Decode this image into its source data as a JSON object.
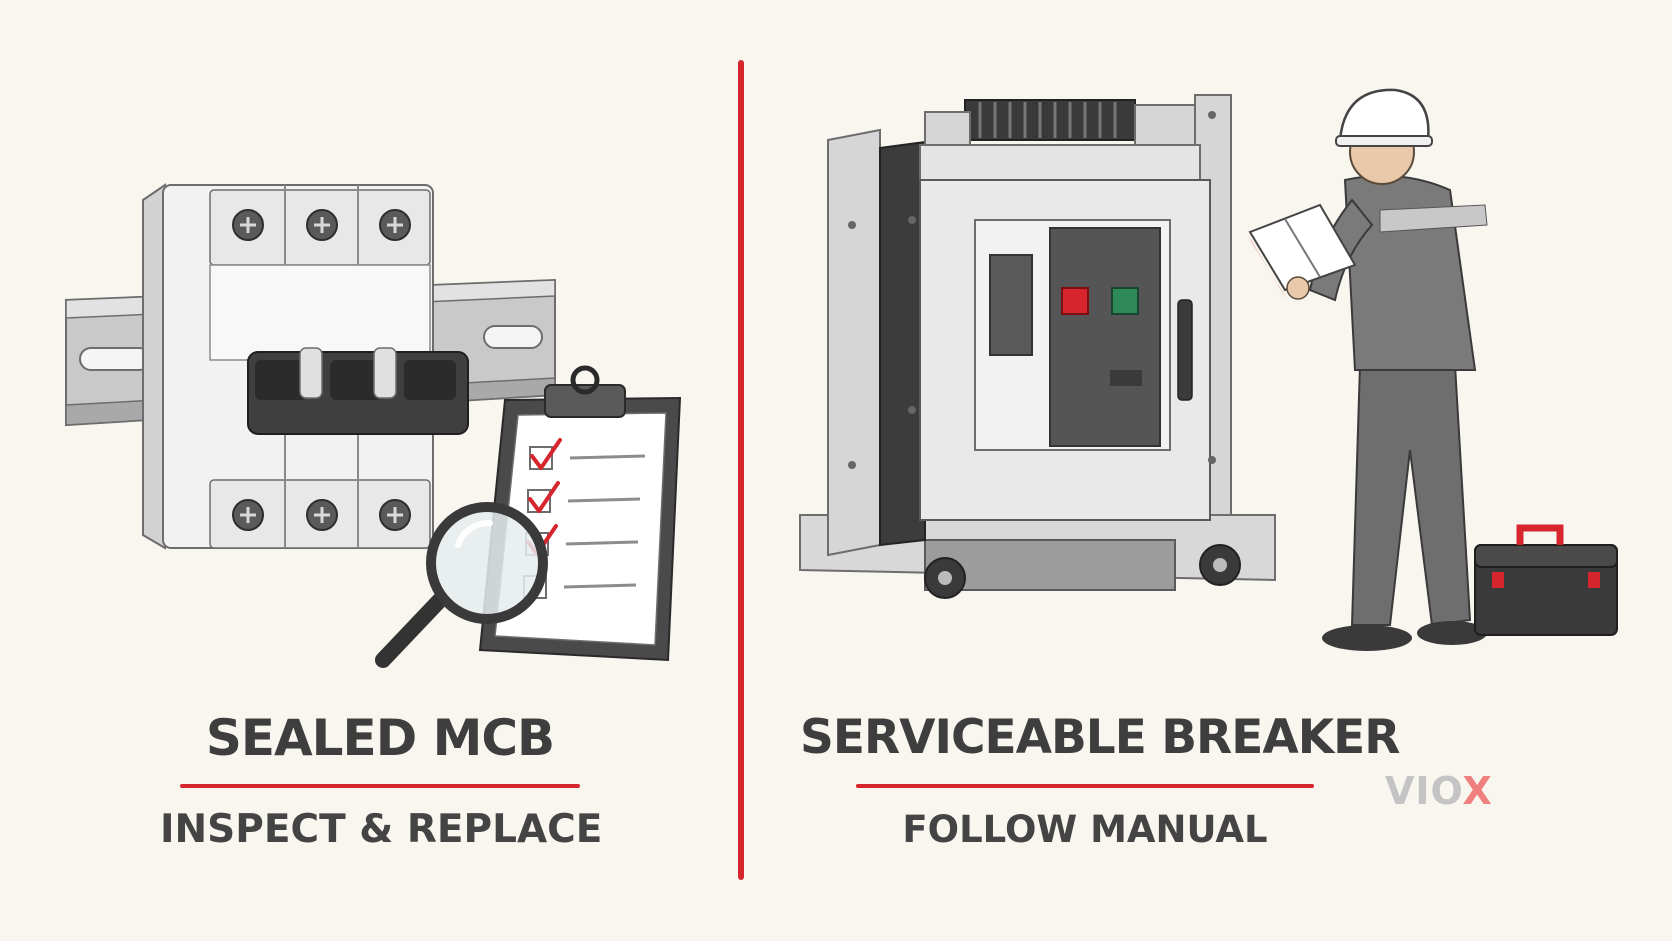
{
  "left_panel": {
    "title": "SEALED MCB",
    "subtitle": "INSPECT & REPLACE"
  },
  "right_panel": {
    "title": "SERVICEABLE BREAKER",
    "subtitle": "FOLLOW MANUAL"
  },
  "brand": {
    "logo_main": "VIO",
    "logo_accent": "X"
  },
  "colors": {
    "background": "#f8f6ef",
    "accent_red": "#d6252c",
    "text_dark": "#3e3e3e",
    "indicator_green": "#2e8a57"
  },
  "icons": [
    "din-rail-icon",
    "mcb-breaker-icon",
    "clipboard-checklist-icon",
    "magnifying-glass-icon",
    "air-circuit-breaker-icon",
    "technician-icon",
    "manual-book-icon",
    "toolbox-icon"
  ]
}
